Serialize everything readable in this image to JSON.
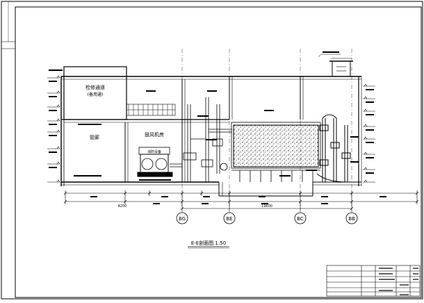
{
  "drawing": {
    "section_title": "E-E剖面图  1:50",
    "rooms": {
      "upper_left_line1": "检修通道",
      "upper_left_line2": "(备用通)",
      "left_room": "管廊",
      "middle_room": "鼓风机房"
    },
    "equipment_label": "消防设备",
    "axis_labels": [
      "BG",
      "BE",
      "BC",
      "BB"
    ],
    "total_dim": "19600",
    "left_overall_dim": "4200"
  }
}
